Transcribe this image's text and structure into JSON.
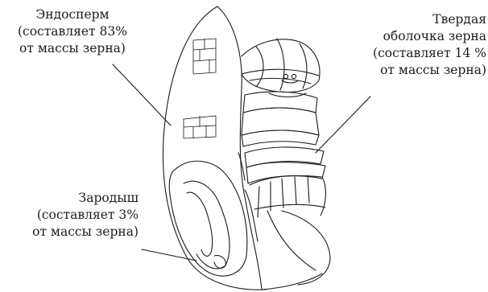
{
  "labels": {
    "endosperm": {
      "lines": [
        "Эндосперм",
        "(составляет 83%",
        "от массы зерна)"
      ]
    },
    "shell": {
      "lines": [
        "Твердая",
        "оболочка зерна",
        "(составляет 14 %",
        "от массы зерна)"
      ]
    },
    "germ": {
      "lines": [
        "Зародыш",
        "(составляет 3%",
        "от массы зерна)"
      ]
    }
  },
  "colors": {
    "ink": "#1a1a1a",
    "background": "#ffffff"
  }
}
